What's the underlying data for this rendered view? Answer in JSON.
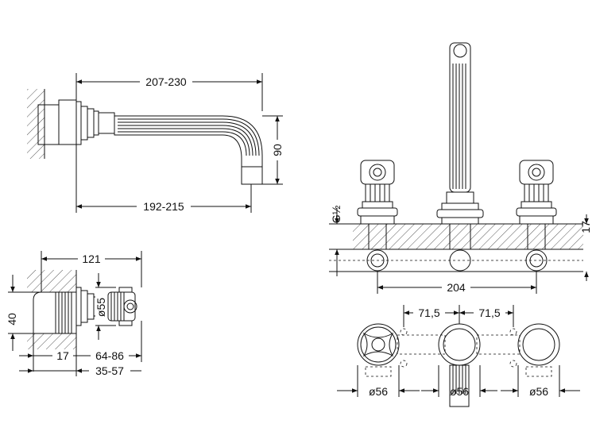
{
  "dimensions": {
    "top_spout_overall": "207-230",
    "top_spout_base": "192-215",
    "top_spout_height": "90",
    "side_depth": "121",
    "side_height": "40",
    "side_diameter": "ø55",
    "side_wall_a": "17",
    "side_wall_b": "64-86",
    "side_wall_c": "35-57",
    "front_thread": "G½",
    "front_depth": "17",
    "front_width": "204",
    "plan_spacing_left": "71,5",
    "plan_spacing_right": "71,5",
    "plan_dia_left": "ø56",
    "plan_dia_center": "ø56",
    "plan_dia_right": "ø56"
  }
}
